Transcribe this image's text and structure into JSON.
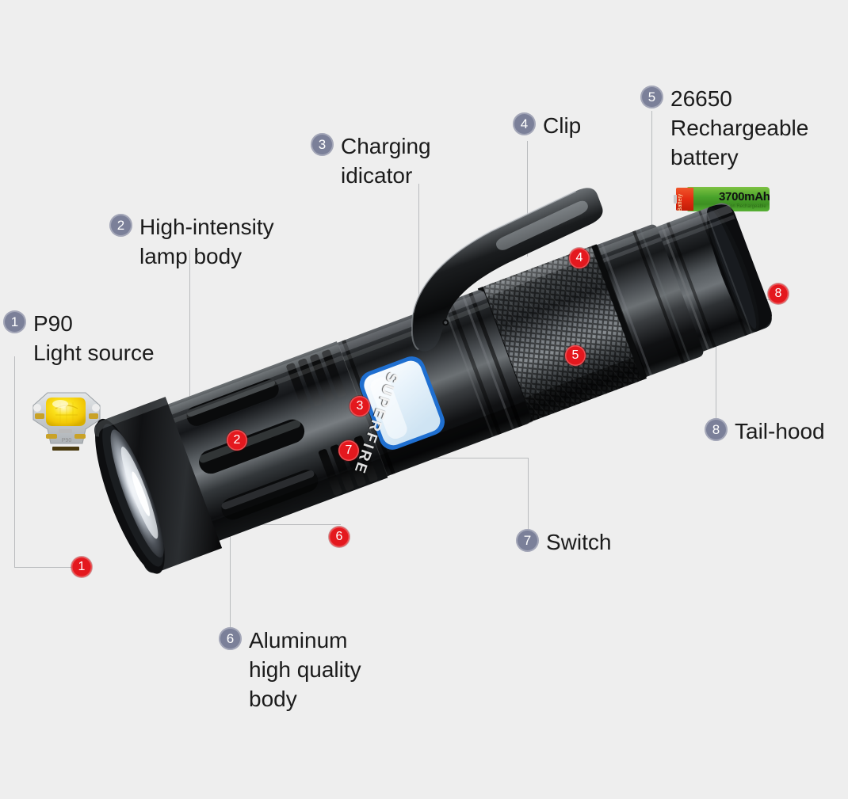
{
  "meta": {
    "background_color": "#eeeeee",
    "badge_color": "#7b8099",
    "marker_color": "#e4181e",
    "text_color": "#1b1b1b"
  },
  "product": {
    "brand_text": "SUPERFIRE",
    "type": "LED flashlight / torch",
    "body_color": "#111111"
  },
  "callouts": [
    {
      "number": "1",
      "label": "P90\nLight source"
    },
    {
      "number": "2",
      "label": "High-intensity\nlamp body"
    },
    {
      "number": "3",
      "label": "Charging\nidicator"
    },
    {
      "number": "4",
      "label": "Clip"
    },
    {
      "number": "5",
      "label": "26650\nRechargeable\nbattery"
    },
    {
      "number": "6",
      "label": "Aluminum\nhigh quality\nbody"
    },
    {
      "number": "7",
      "label": "Switch"
    },
    {
      "number": "8",
      "label": "Tail-hood"
    }
  ],
  "markers": [
    {
      "number": "1"
    },
    {
      "number": "2"
    },
    {
      "number": "3"
    },
    {
      "number": "4"
    },
    {
      "number": "5"
    },
    {
      "number": "6"
    },
    {
      "number": "7"
    },
    {
      "number": "8"
    }
  ],
  "insets": {
    "led": {
      "name": "P90 LED emitter on star board",
      "die_color": "#f5d300",
      "board_color": "#cfd2d4",
      "silk_text": "P90"
    },
    "battery": {
      "capacity_label": "3700mAh",
      "side_text": "Battery",
      "sub_text": "Li-ion Rechargeable",
      "body_color": "#49a22b",
      "cap_color": "#e22c12"
    }
  }
}
